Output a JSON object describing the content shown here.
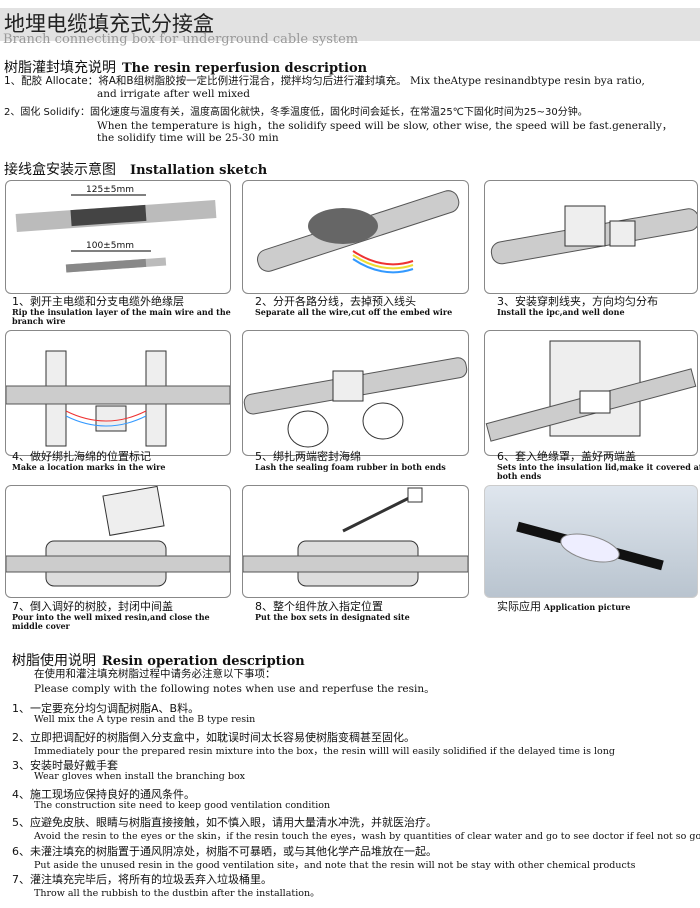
{
  "header": {
    "title": "地埋电缆填充式分接盒",
    "subtitle": "Branch connecting box for underground cable system"
  },
  "resin_reperfusion": {
    "heading_cn": "树脂灌封填充说明",
    "heading_en": "The resin reperfusion description",
    "items": [
      {
        "label": "1、配胶 Allocate：",
        "cn": "将A和B组树脂胶按一定比例进行混合，搅拌均匀后进行灌封填充。",
        "en": "Mix theAtype resinandbtype resin bya ratio,",
        "en2": "and irrigate after well mixed"
      },
      {
        "label": "2、固化 Solidify：",
        "cn": "固化速度与温度有关，温度高固化就快，冬季温度低，固化时间会延长，在常温25℃下固化时间为25~30分钟。",
        "en": "When the temperature is high，the solidify speed will be slow, other wise, the speed will be fast.generally，",
        "en2": "the solidify time will be 25-30 min"
      }
    ]
  },
  "installation": {
    "heading_cn": "接线盒安装示意图",
    "heading_en": "Installation sketch",
    "dim1": "125±5mm",
    "dim2": "100±5mm",
    "steps": [
      {
        "cn": "1、剥开主电缆和分支电缆外绝缘层",
        "en": "Rip the insulation layer of the main wire and the branch wire"
      },
      {
        "cn": "2、分开各路分线，去掉预入线头",
        "en": "Separate all the wire,cut off the embed wire"
      },
      {
        "cn": "3、安装穿刺线夹，方向均匀分布",
        "en": "Install the ipc,and well done"
      },
      {
        "cn": "4、做好绑扎海绵的位置标记",
        "en": "Make a location marks in the wire"
      },
      {
        "cn": "5、绑扎两端密封海绵",
        "en": "Lash the sealing foam rubber in both ends"
      },
      {
        "cn": "6、套入绝缘罩，盖好两端盖",
        "en": "Sets into the insulation lid,make it covered at both ends"
      },
      {
        "cn": "7、倒入调好的树胶，封闭中间盖",
        "en": "Pour into the well mixed resin,and close the middle cover"
      },
      {
        "cn": "8、整个组件放入指定位置",
        "en": "Put the box sets in designated site"
      },
      {
        "cn": "实际应用",
        "en": "Application picture"
      }
    ]
  },
  "resin_operation": {
    "heading_cn": "树脂使用说明",
    "heading_en": "Resin operation description",
    "intro_cn": "在使用和灌注填充树脂过程中请务必注意以下事项：",
    "intro_en": "Please comply with the following notes when use and reperfuse  the resin。",
    "items": [
      {
        "cn": "1、一定要充分均匀调配树脂A、B料。",
        "en": "Well mix the A type resin and the B type resin"
      },
      {
        "cn": "2、立即把调配好的树脂倒入分支盒中，如耽误时间太长容易使树脂变稠甚至固化。",
        "en": "Immediately pour the prepared resin mixture into the box，the resin willl will easily solidified if the delayed time is long"
      },
      {
        "cn": "3、安装时最好戴手套",
        "en": "Wear gloves when install the branching box"
      },
      {
        "cn": "4、施工现场应保持良好的通风条件。",
        "en": "The construction site need to keep good ventilation condition"
      },
      {
        "cn": "5、应避免皮肤、眼睛与树脂直接接触，如不慎入眼，请用大量清水冲洗，并就医治疗。",
        "en": "Avoid the resin to the eyes or the skin，if the resin touch the eyes，wash by  quantities of clear water and go to see doctor if feel not so good"
      },
      {
        "cn": "6、未灌注填充的树脂置于通风阴凉处，树脂不可暴晒，或与其他化学产品堆放在一起。",
        "en": "Put aside the unused resin in the good ventilation site，and note that the resin will not be stay with other chemical products"
      },
      {
        "cn": "7、灌注填充完毕后，将所有的垃圾丢弃入垃圾桶里。",
        "en": "Throw all the rubbish to the dustbin after the installation。"
      }
    ]
  }
}
